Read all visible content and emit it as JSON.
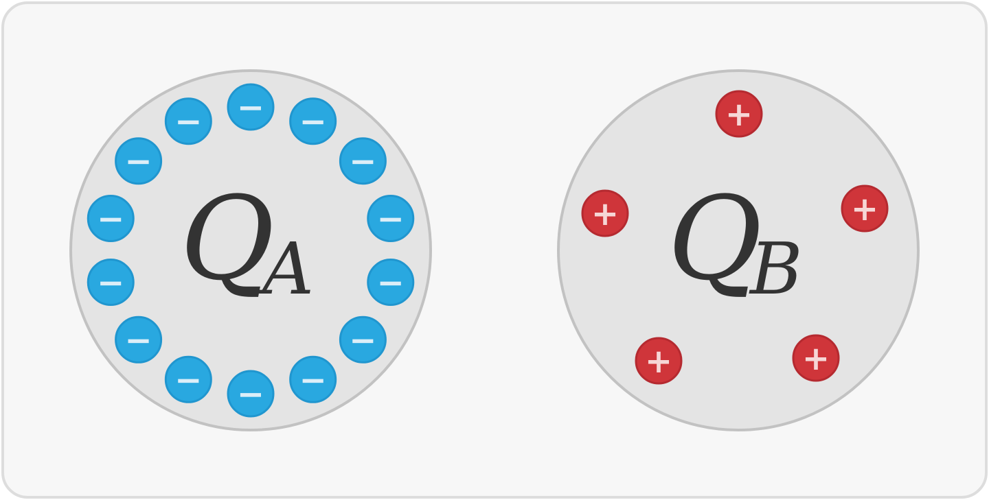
{
  "colors": {
    "panel_fill": "#f7f7f7",
    "panel_stroke": "#dddddd",
    "sphere_fill": "#e4e4e4",
    "sphere_stroke": "#c2c2c2",
    "negative_fill": "#29a8e0",
    "negative_stroke": "#2096cf",
    "negative_sign": "#dceef8",
    "positive_fill": "#cf353a",
    "positive_stroke": "#b52a30",
    "positive_sign": "#f6d6d6",
    "label_text": "#333333"
  },
  "spheres": [
    {
      "id": "a",
      "label_main": "Q",
      "label_sub": "A",
      "charge_sign": "−",
      "charge_polarity": "negative",
      "charge_count": 14
    },
    {
      "id": "b",
      "label_main": "Q",
      "label_sub": "B",
      "charge_sign": "+",
      "charge_polarity": "positive",
      "charge_count": 5
    }
  ]
}
